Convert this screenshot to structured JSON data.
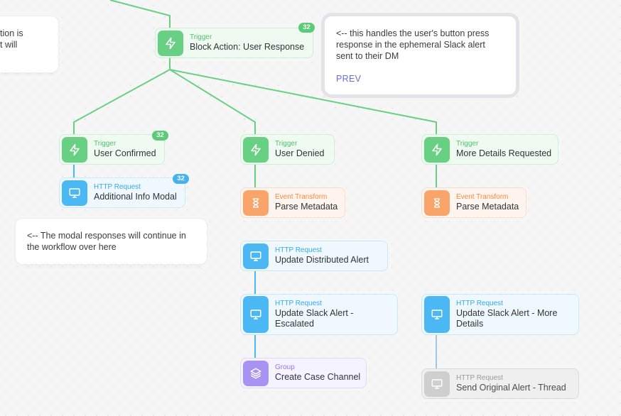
{
  "notes": {
    "top_left": "tion is\nt will",
    "top_right": "<-- this handles the user's button press\nresponse in the ephemeral Slack alert\nsent to their DM",
    "top_right_link": "PREV",
    "modal": "<-- The modal responses will continue in\nthe workflow over here"
  },
  "nodes": {
    "root": {
      "type": "Trigger",
      "name": "Block Action: User Response",
      "badge": "32",
      "icon": "bolt-icon"
    },
    "confirmed": {
      "type": "Trigger",
      "name": "User Confirmed",
      "badge": "32",
      "icon": "bolt-icon"
    },
    "additional_info": {
      "type": "HTTP Request",
      "name": "Additional Info Modal",
      "badge": "32",
      "icon": "monitor-icon"
    },
    "denied": {
      "type": "Trigger",
      "name": "User Denied",
      "icon": "bolt-icon"
    },
    "parse_1": {
      "type": "Event Transform",
      "name": "Parse Metadata",
      "icon": "hourglass-icon"
    },
    "update_distributed": {
      "type": "HTTP Request",
      "name": "Update Distributed Alert",
      "icon": "monitor-icon"
    },
    "update_escalated": {
      "type": "HTTP Request",
      "name": "Update Slack Alert -\nEscalated",
      "icon": "monitor-icon"
    },
    "create_case": {
      "type": "Group",
      "name": "Create Case Channel",
      "icon": "layers-icon"
    },
    "more_details": {
      "type": "Trigger",
      "name": "More Details Requested",
      "icon": "bolt-icon"
    },
    "parse_2": {
      "type": "Event Transform",
      "name": "Parse Metadata",
      "icon": "hourglass-icon"
    },
    "update_more": {
      "type": "HTTP Request",
      "name": "Update Slack Alert - More\nDetails",
      "icon": "monitor-icon"
    },
    "send_original": {
      "type": "HTTP Request",
      "name": "Send Original Alert - Thread",
      "icon": "monitor-icon",
      "disabled": true
    }
  },
  "colors": {
    "trigger": "#68d083",
    "http": "#4cb8f3",
    "transform": "#f8a46b",
    "group": "#a993f2",
    "disabled": "#cfcfcf",
    "link": "#6b6fd6"
  }
}
